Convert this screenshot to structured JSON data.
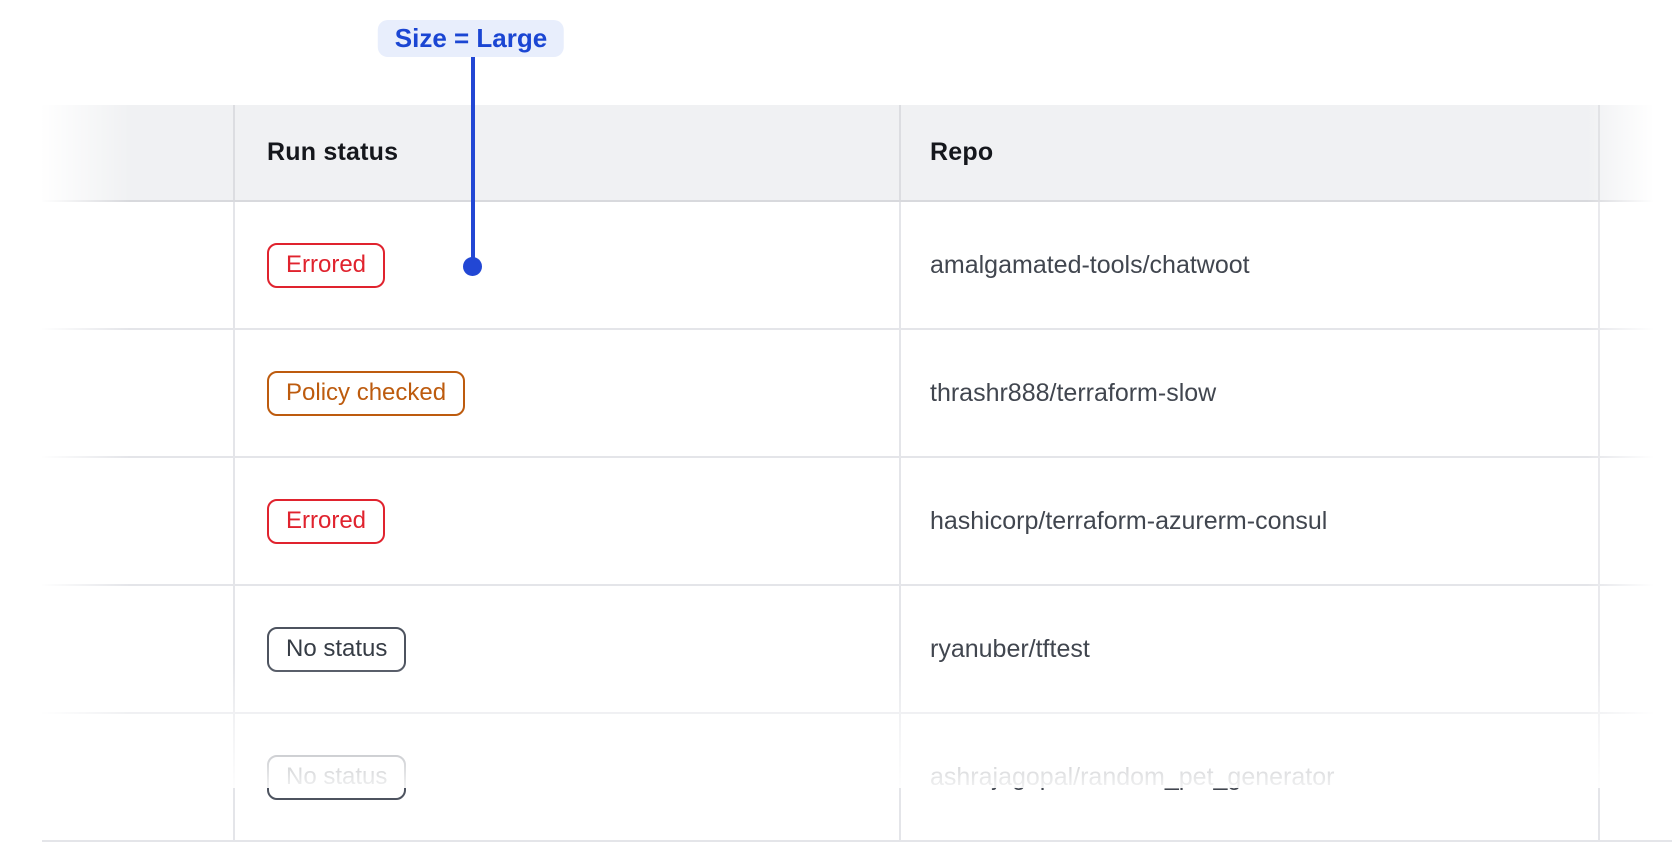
{
  "annotation": {
    "label": "Size = Large"
  },
  "table": {
    "columns": [
      {
        "label": ""
      },
      {
        "label": "Run status"
      },
      {
        "label": "Repo"
      },
      {
        "label": ""
      }
    ],
    "rows": [
      {
        "status": "Errored",
        "status_type": "errored",
        "repo": "amalgamated-tools/chatwoot"
      },
      {
        "status": "Policy checked",
        "status_type": "policy-checked",
        "repo": "thrashr888/terraform-slow"
      },
      {
        "status": "Errored",
        "status_type": "errored",
        "repo": "hashicorp/terraform-azurerm-consul"
      },
      {
        "status": "No status",
        "status_type": "no-status",
        "repo": "ryanuber/tftest"
      },
      {
        "status": "No status",
        "status_type": "no-status",
        "repo": "ashrajagopal/random_pet_generator"
      }
    ]
  },
  "colors": {
    "annotation_text": "#1b46d3",
    "annotation_bg": "#e8eefc",
    "annotation_pointer": "#2247d4",
    "status_errored": "#e0232e",
    "status_policy_checked": "#bd5b0e",
    "status_no_status_border": "#4d535f",
    "status_no_status_text": "#363c45",
    "header_bg": "#f0f1f3",
    "header_text": "#15171c",
    "repo_text": "#41464f",
    "divider": "#e4e5e9"
  }
}
